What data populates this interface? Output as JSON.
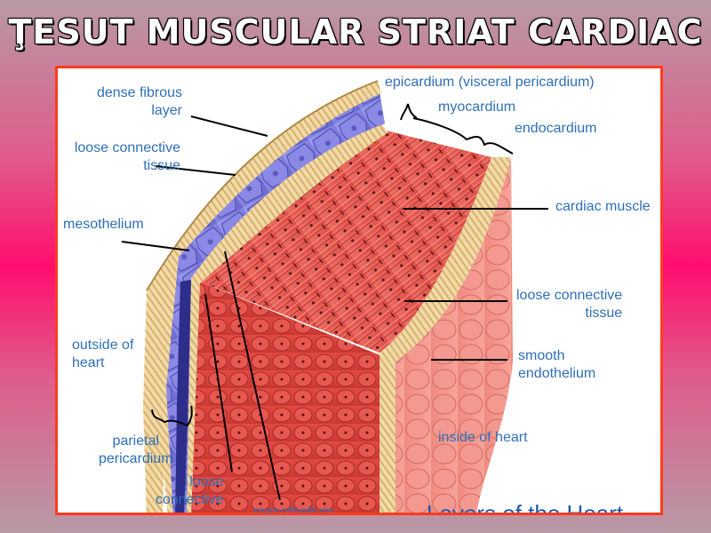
{
  "slide": {
    "title": "ŢESUT  MUSCULAR STRIAT CARDIAC"
  },
  "diagram": {
    "labels": {
      "dense_fibrous_layer": [
        "dense fibrous",
        "layer"
      ],
      "loose_connective_tissue_outer": [
        "loose connective",
        "tissue"
      ],
      "mesothelium_outer": "mesothelium",
      "outside_of_heart": [
        "outside of",
        "heart"
      ],
      "parietal_pericardium": [
        "parietal",
        "pericardium"
      ],
      "loose_connective_bottom": [
        "loose",
        "connective"
      ],
      "mesothelium_bottom": "mesothelium",
      "epicardium": "epicardium (visceral pericardium)",
      "myocardium": "myocardium",
      "endocardium": "endocardium",
      "cardiac_muscle": "cardiac muscle",
      "loose_connective_tissue_inner": [
        "loose connective",
        "tissue"
      ],
      "smooth_endothelium": [
        "smooth",
        "endothelium"
      ],
      "inside_of_heart": "inside of heart",
      "caption_partial": "Layers of the Heart"
    },
    "colors": {
      "label_text": "#2f6fb8",
      "frame_border": "#ff3b1f",
      "muscle": "#e0564f",
      "mesothelium_cells": "#7f7fe0",
      "connective": "#e8c98a"
    }
  }
}
